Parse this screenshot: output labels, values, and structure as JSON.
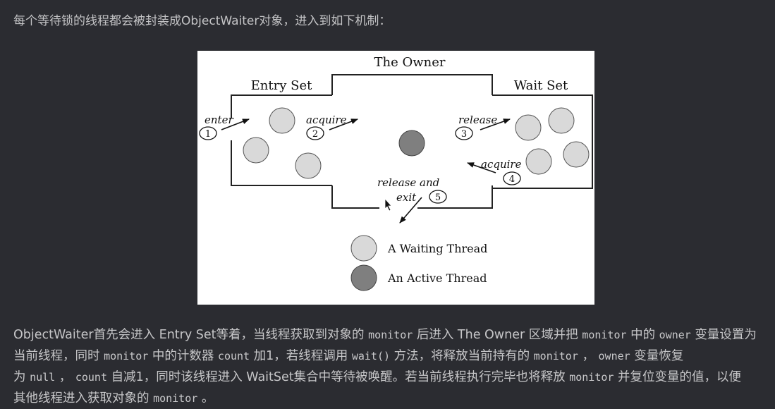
{
  "intro_text": "每个等待锁的线程都会被封装成ObjectWaiter对象，进入到如下机制：",
  "diagram": {
    "owner_title": "The Owner",
    "entry_title": "Entry Set",
    "wait_title": "Wait Set",
    "enter_label": "enter",
    "enter_num": "1",
    "acquire2_label": "acquire",
    "acquire2_num": "2",
    "release3_label": "release",
    "release3_num": "3",
    "acquire4_label": "acquire",
    "acquire4_num": "4",
    "release_exit_line1": "release and",
    "release_exit_line2": "exit",
    "release_exit_num": "5",
    "legend_waiting": "A Waiting Thread",
    "legend_active": "An Active Thread",
    "colors": {
      "waiting": "#d9d9d9",
      "active": "#7f7f7f",
      "stroke": "#222222"
    }
  },
  "paragraph": {
    "l1_a": "ObjectWaiter首先会进入 Entry Set等着，当线程获取到对象的 ",
    "l1_code1": "monitor",
    "l1_b": " 后进入 The Owner 区域并把 ",
    "l1_code2": "monitor",
    "l1_c": " 中的 ",
    "l1_code3": "owner",
    "l1_d": " 变量设置为",
    "l2_a": "当前线程，同时 ",
    "l2_code1": "monitor",
    "l2_b": " 中的计数器 ",
    "l2_code2": "count",
    "l2_c": " 加1，若线程调用 ",
    "l2_code3": "wait()",
    "l2_d": " 方法，将释放当前持有的 ",
    "l2_code4": "monitor",
    "l2_e": " ， ",
    "l2_code5": "owner",
    "l2_f": " 变量恢复",
    "l3_a": "为 ",
    "l3_code1": "null",
    "l3_b": " ， ",
    "l3_code2": "count",
    "l3_c": " 自减1，同时该线程进入 WaitSet集合中等待被唤醒。若当前线程执行完毕也将释放 ",
    "l3_code3": "monitor",
    "l3_d": " 并复位变量的值，以便",
    "l4_a": "其他线程进入获取对象的 ",
    "l4_code1": "monitor",
    "l4_b": " 。"
  }
}
